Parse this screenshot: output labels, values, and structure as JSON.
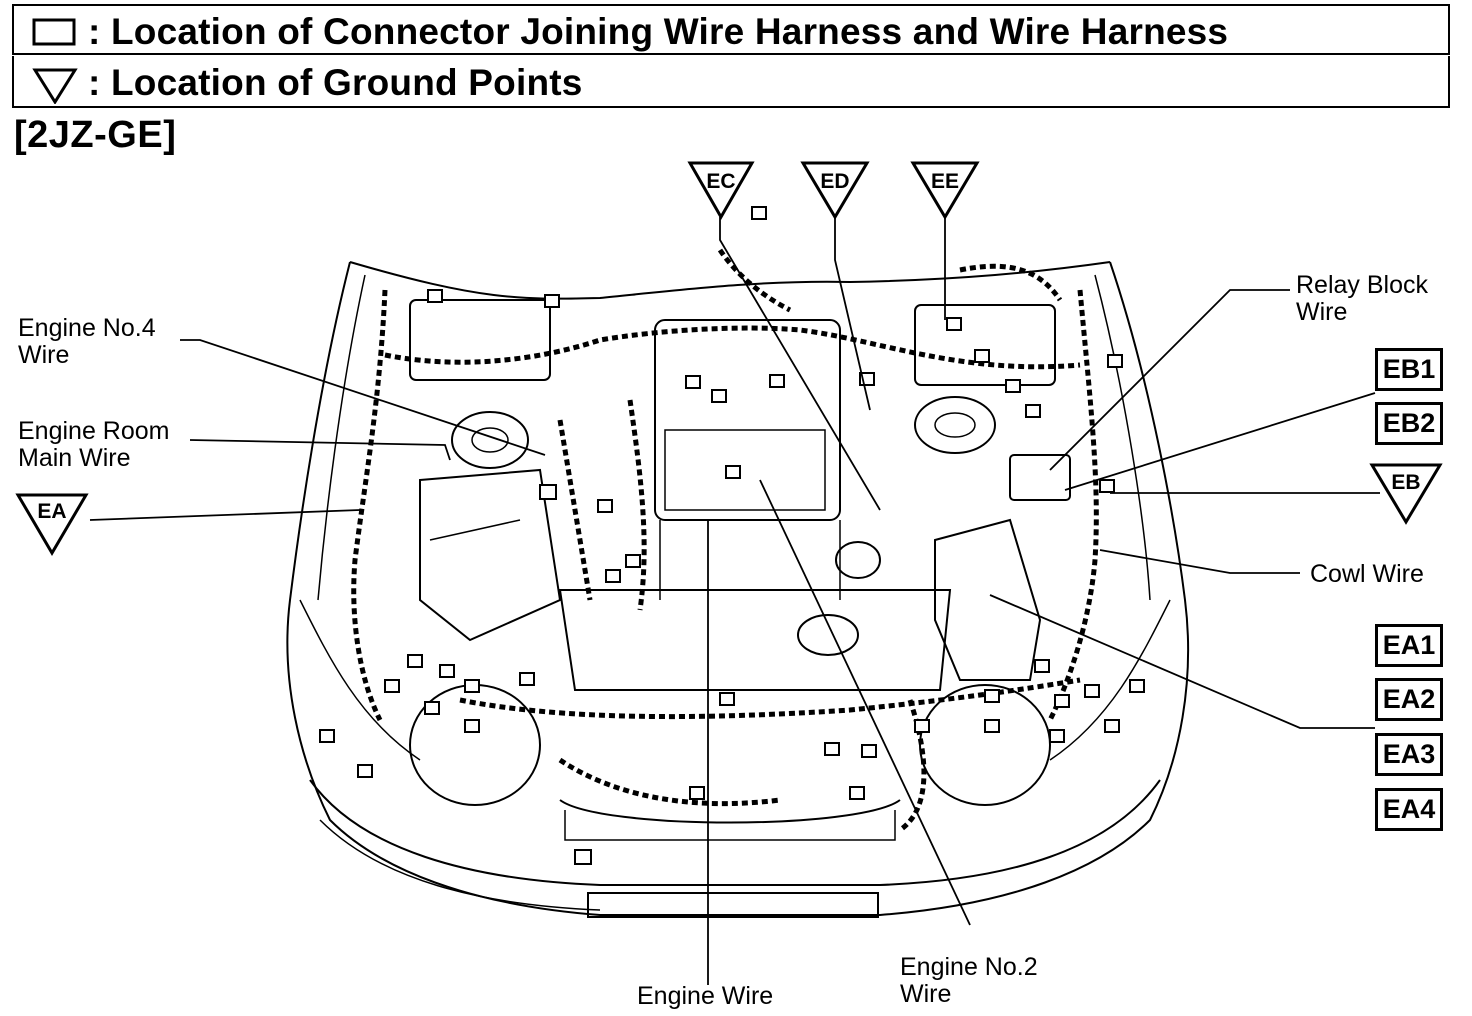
{
  "legend": {
    "connector_text": ": Location of Connector Joining Wire Harness and Wire Harness",
    "ground_text": ": Location of Ground Points",
    "connector_symbol": "rectangle-icon",
    "ground_symbol": "down-triangle-icon"
  },
  "engine_title": "[2JZ-GE]",
  "labels": {
    "engine_no4_wire": [
      "Engine No.4",
      "Wire"
    ],
    "engine_room_main_wire": [
      "Engine Room",
      "Main Wire"
    ],
    "relay_block_wire": [
      "Relay Block",
      "Wire"
    ],
    "cowl_wire": "Cowl Wire",
    "engine_wire": "Engine Wire",
    "engine_no2_wire": [
      "Engine No.2",
      "Wire"
    ]
  },
  "ground_points": [
    "EC",
    "ED",
    "EE",
    "EA",
    "EB"
  ],
  "connectors": [
    "EB1",
    "EB2",
    "EA1",
    "EA2",
    "EA3",
    "EA4"
  ]
}
